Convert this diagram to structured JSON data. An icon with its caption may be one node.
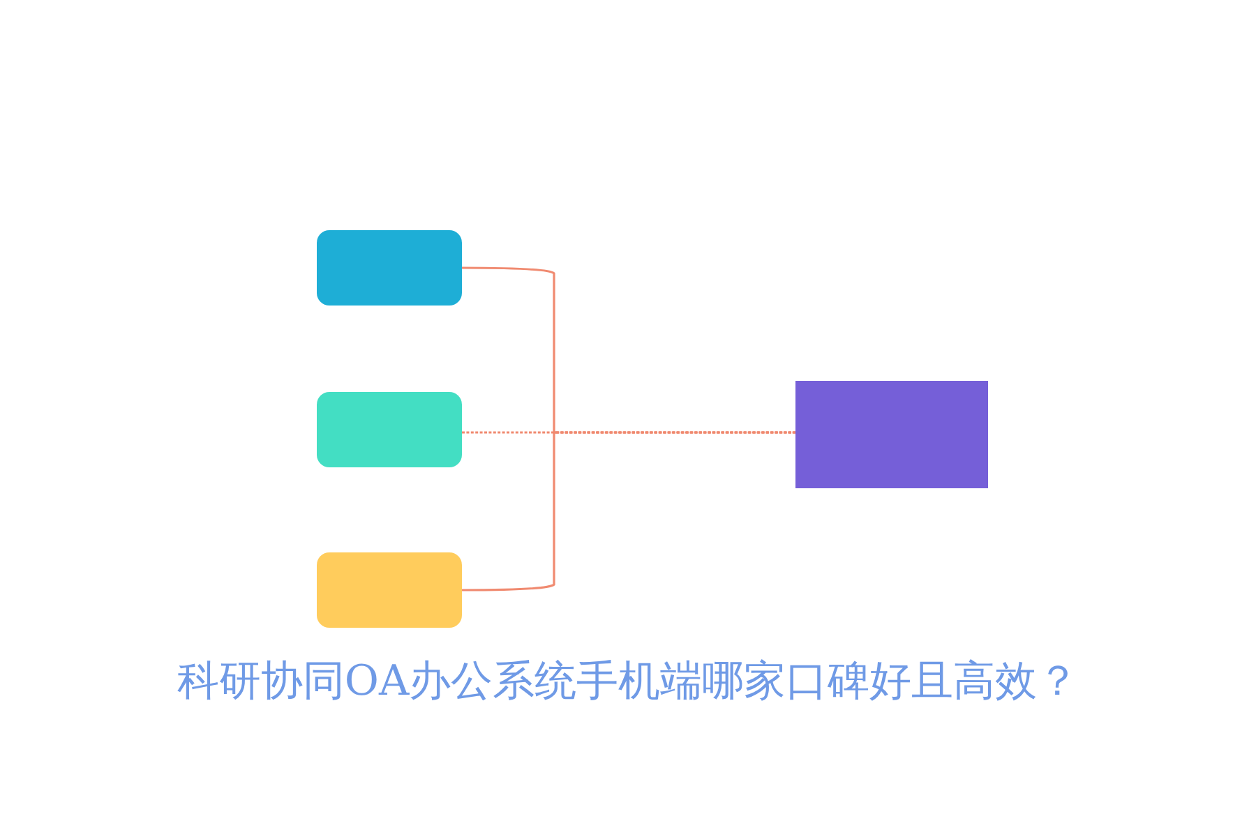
{
  "diagram": {
    "title": "科研协同OA办公系统手机端哪家口碑好且高效？",
    "nodes": [
      {
        "text": [],
        "shape": "box"
      },
      {
        "text": [],
        "shape": "box"
      },
      {
        "text": [],
        "shape": "box"
      },
      {
        "text": [],
        "shape": "box"
      }
    ],
    "edges": [
      {
        "from": 0,
        "to": 3,
        "arrow": "none"
      },
      {
        "from": 1,
        "to": 3,
        "arrow": "none",
        "style": "dashed"
      },
      {
        "from": 2,
        "to": 3,
        "arrow": "none"
      }
    ]
  }
}
